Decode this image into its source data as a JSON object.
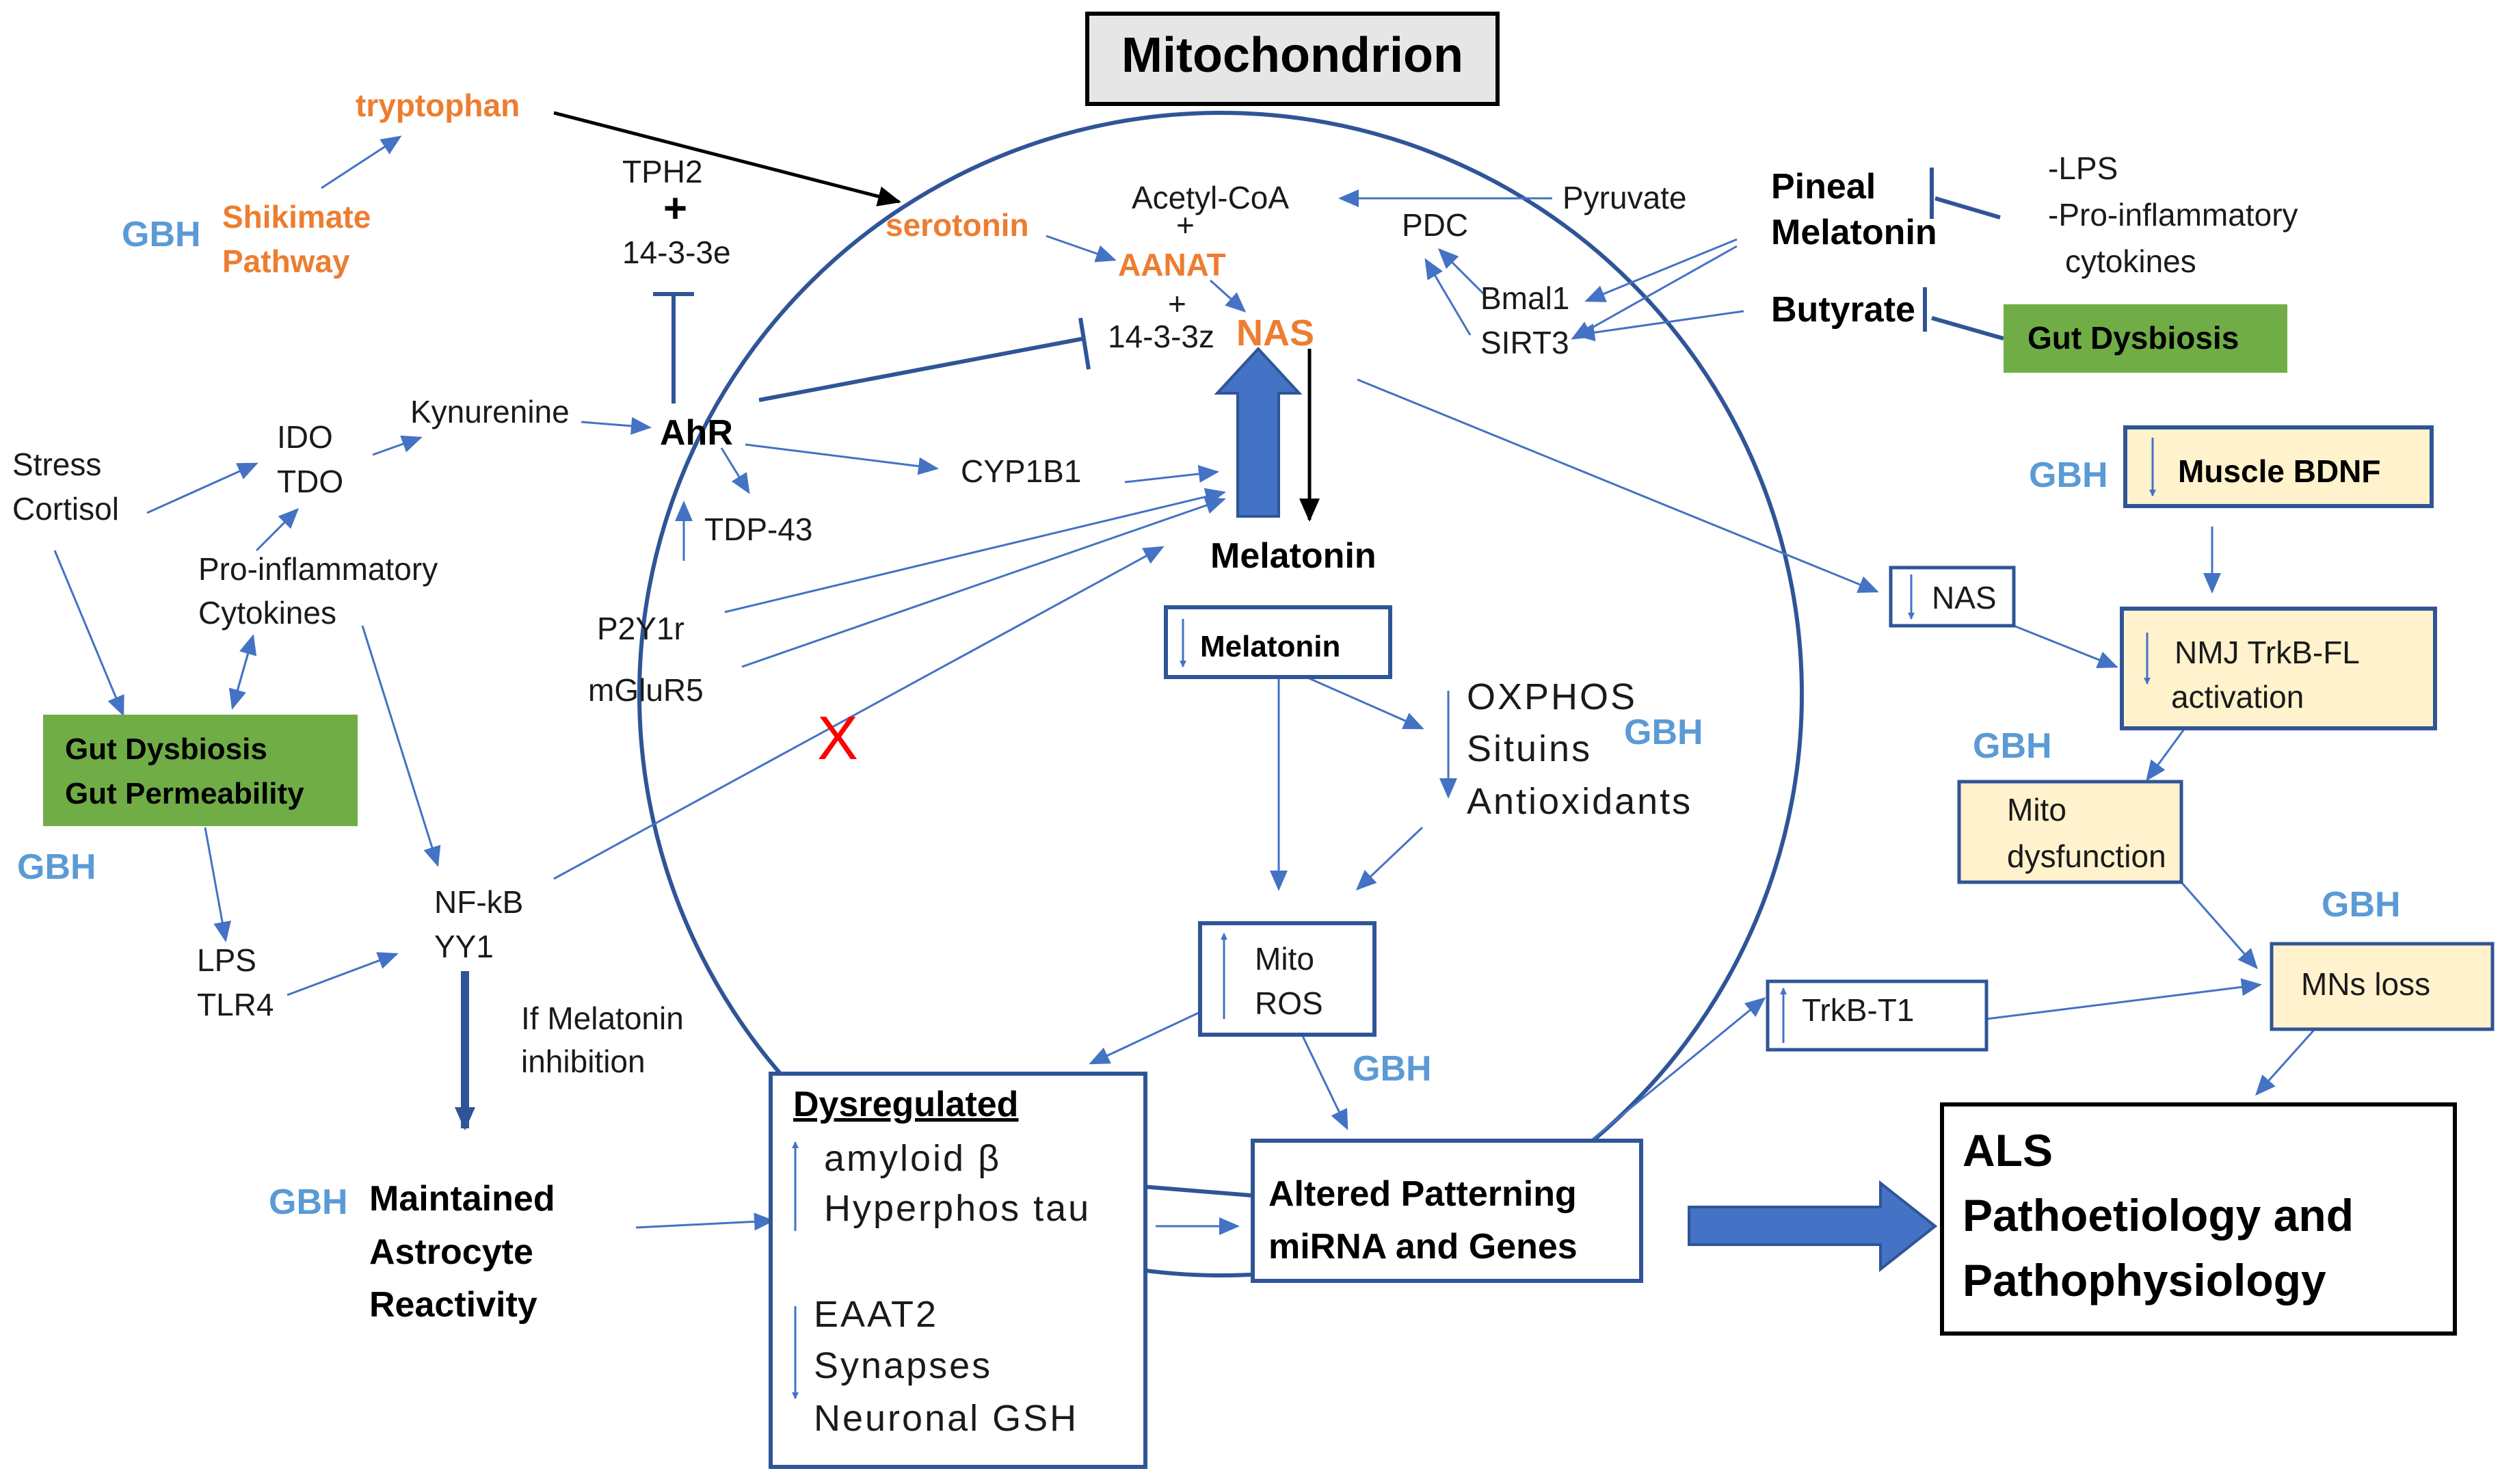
{
  "title": "Mitochondrion",
  "gbh": "GBH",
  "left": {
    "tryptophan": "tryptophan",
    "shikimate": [
      "Shikimate",
      "Pathway"
    ],
    "tph2": "TPH2",
    "plus": "+",
    "tph2_cofactor": "14-3-3e",
    "kynurenine": "Kynurenine",
    "ido": "IDO",
    "tdo": "TDO",
    "stress": "Stress",
    "cortisol": "Cortisol",
    "proinflammatory": [
      "Pro-inflammatory",
      "Cytokines"
    ],
    "ahr": "AhR",
    "tdp43": "TDP-43",
    "cyp1b1": "CYP1B1",
    "p2y1r": "P2Y1r",
    "mglur5": "mGluR5",
    "gut_box": [
      "Gut Dysbiosis",
      "Gut Permeability"
    ],
    "lps": "LPS",
    "tlr4": "TLR4",
    "nfkb": "NF-kB",
    "yy1": "YY1",
    "block_mark": "X",
    "if_melatonin": [
      "If Melatonin",
      "inhibition"
    ],
    "astrocyte": [
      "Maintained",
      "Astrocyte",
      "Reactivity"
    ]
  },
  "center": {
    "serotonin": "serotonin",
    "acetyl_coa": "Acetyl-CoA",
    "plus": "+",
    "aanat": "AANAT",
    "cofactor": "14-3-3z",
    "nas": "NAS",
    "pyruvate": "Pyruvate",
    "pdc": "PDC",
    "bmal1": "Bmal1",
    "sirt3": "SIRT3",
    "melatonin": "Melatonin",
    "melatonin_box": "Melatonin",
    "oxphos": [
      "OXPHOS",
      "Situins",
      "Antioxidants"
    ],
    "mito_ros": [
      "Mito",
      "ROS"
    ],
    "dysregulated_title": "Dysregulated",
    "dysregulated_up": [
      "amyloid β",
      "Hyperphos tau"
    ],
    "dysregulated_down": [
      "EAAT2",
      "Synapses",
      "Neuronal GSH"
    ],
    "altered": [
      "Altered Patterning",
      "miRNA and Genes"
    ]
  },
  "right": {
    "pineal": [
      "Pineal",
      "Melatonin"
    ],
    "lps_list": [
      "-LPS",
      "-Pro-inflammatory",
      "cytokines"
    ],
    "butyrate": "Butyrate",
    "gut_dysbiosis": "Gut Dysbiosis",
    "muscle_bdnf": "Muscle BDNF",
    "nas_box": "NAS",
    "nmj": [
      "NMJ TrkB-FL",
      "activation"
    ],
    "mito_dysfunction": [
      "Mito",
      "dysfunction"
    ],
    "trkb_t1": "TrkB-T1",
    "mns_loss": "MNs loss",
    "als": [
      "ALS",
      "Pathoetiology and",
      "Pathophysiology"
    ]
  },
  "colors": {
    "arrow_blue": "#4472c4",
    "dark_blue": "#2f5597",
    "orange": "#ed7d31",
    "gbh_blue": "#5b9bd5",
    "green": "#70ad47",
    "cream": "#fff2cc",
    "title_fill": "#e7e6e6",
    "block_red": "#ff0000"
  }
}
